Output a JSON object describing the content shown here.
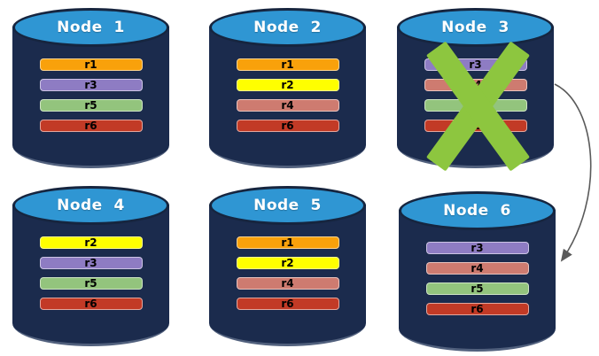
{
  "colors": {
    "cylinder_body": "#1B2B4D",
    "cylinder_top": "#2F96D3",
    "cylinder_top_border": "#16253F",
    "failure_x": "#8DC63F",
    "arrow": "#5A5A5A",
    "bar_label": "#000000",
    "title_text": "#FFFFFF"
  },
  "replica_colors": {
    "r1": "#F9A10B",
    "r2": "#FFFF00",
    "r3": "#8E7CC3",
    "r4": "#CE7B70",
    "r5": "#93C47D",
    "r6": "#C23A26"
  },
  "nodes": [
    {
      "title": "Node  1",
      "failed": false,
      "replicas": [
        "r1",
        "r3",
        "r5",
        "r6"
      ]
    },
    {
      "title": "Node  2",
      "failed": false,
      "replicas": [
        "r1",
        "r2",
        "r4",
        "r6"
      ]
    },
    {
      "title": "Node  3",
      "failed": true,
      "replicas": [
        "r3",
        "r4",
        "r5",
        "r6"
      ]
    },
    {
      "title": "Node  4",
      "failed": false,
      "replicas": [
        "r2",
        "r3",
        "r5",
        "r6"
      ]
    },
    {
      "title": "Node  5",
      "failed": false,
      "replicas": [
        "r1",
        "r2",
        "r4",
        "r6"
      ]
    },
    {
      "title": "Node  6",
      "failed": false,
      "replicas": [
        "r3",
        "r4",
        "r5",
        "r6"
      ]
    }
  ],
  "arrow": {
    "from": "Node 3",
    "to": "Node 6"
  }
}
